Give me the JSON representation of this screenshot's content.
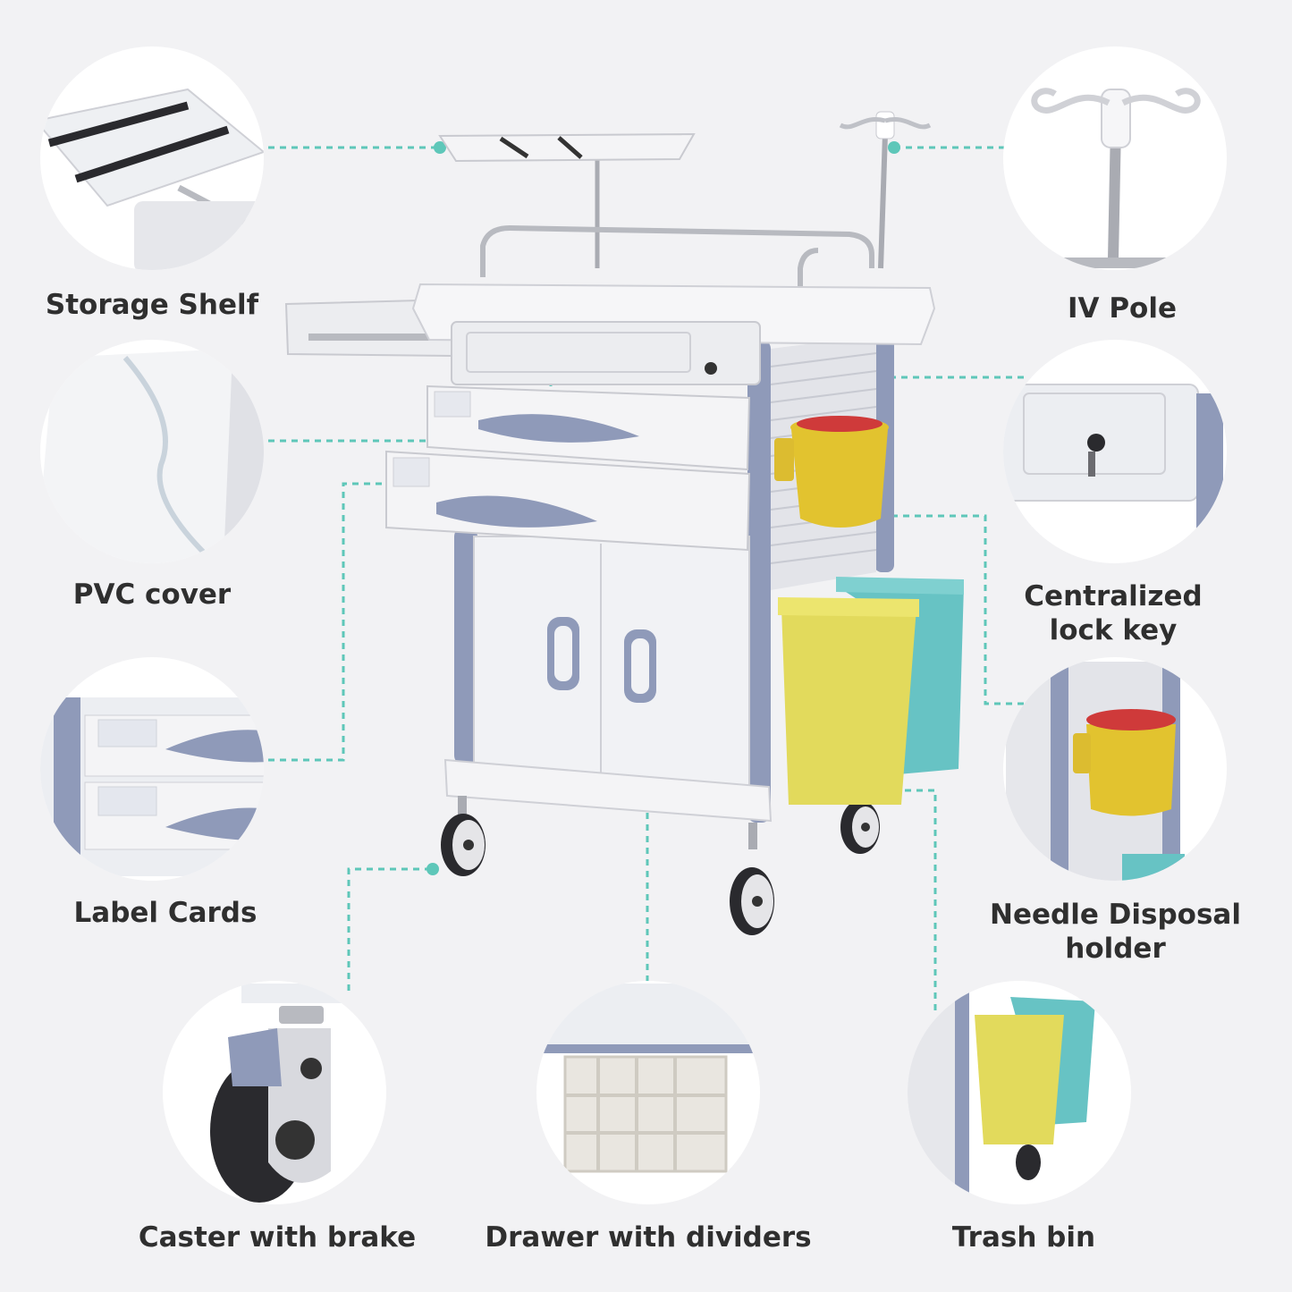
{
  "callouts": {
    "storage_shelf": "Storage Shelf",
    "pvc_cover": "PVC cover",
    "label_cards": "Label Cards",
    "caster_with_brake": "Caster with brake",
    "drawer_with_dividers": "Drawer with dividers",
    "trash_bin": "Trash bin",
    "iv_pole": "IV Pole",
    "lock_key_line1": "Centralized",
    "lock_key_line2": "lock key",
    "needle_line1": "Needle Disposal",
    "needle_line2": "holder"
  },
  "colors": {
    "background": "#f2f2f4",
    "leader_line": "#5ec7b9",
    "cart_white": "#ecedf0",
    "cart_trim": "#8f9ab9",
    "yellow_bin": "#e2da5c",
    "teal_bin": "#67c3c4",
    "sharps_red": "#cf3a3a"
  }
}
